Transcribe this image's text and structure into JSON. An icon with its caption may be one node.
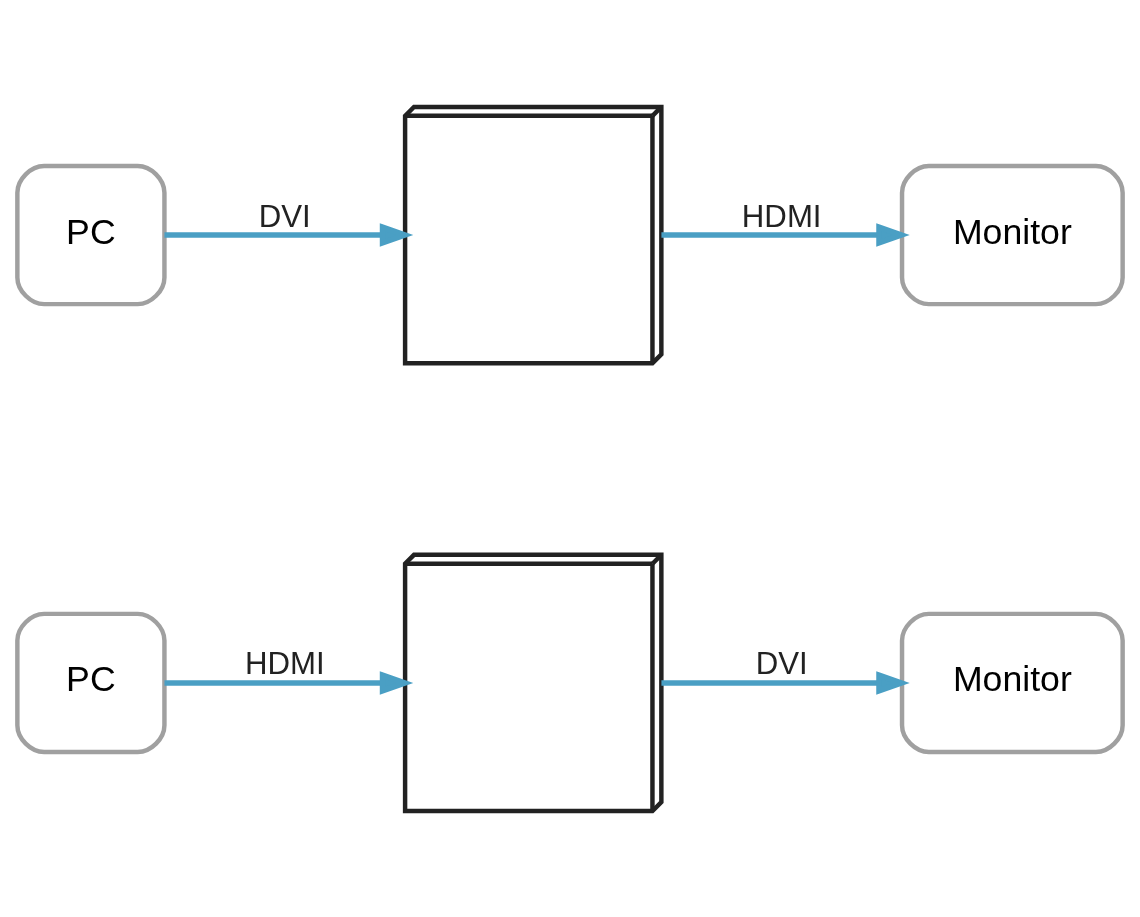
{
  "diagram": {
    "nodes": [
      {
        "text": [
          "PC"
        ]
      },
      {
        "text": [],
        "shape": "picture"
      },
      {
        "text": [
          "Monitor"
        ]
      },
      {
        "text": [
          "Monitor"
        ]
      },
      {
        "text": [],
        "shape": "picture"
      },
      {
        "text": [
          "PC"
        ]
      }
    ],
    "edges": [
      {
        "from": 0,
        "to": 1,
        "arrow": "to",
        "label": "DVI"
      },
      {
        "from": 1,
        "to": 2,
        "arrow": "to",
        "label": "HDMI"
      },
      {
        "from": 5,
        "to": 4,
        "arrow": "to",
        "label": "HDMI"
      },
      {
        "from": 4,
        "to": 3,
        "arrow": "to",
        "label": "DVI"
      }
    ]
  }
}
